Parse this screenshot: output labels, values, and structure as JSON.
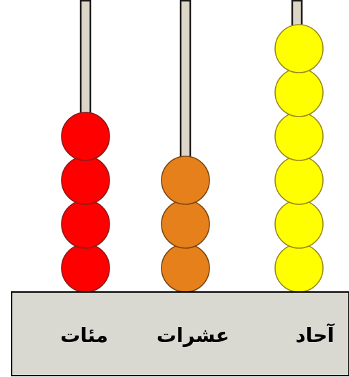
{
  "abacus": {
    "columns": [
      {
        "label": "مئات",
        "bead_count": 4,
        "bead_color": "#ff0000",
        "bead_outline": "#8b1a1a"
      },
      {
        "label": "عشرات",
        "bead_count": 3,
        "bead_color": "#e5801b",
        "bead_outline": "#7a4512"
      },
      {
        "label": "آحاد",
        "bead_count": 6,
        "bead_color": "#ffff00",
        "bead_outline": "#9a8a1a"
      }
    ],
    "colors": {
      "rod": "#ddd6c8",
      "base": "#d9d9d2",
      "outline": "#000000"
    }
  }
}
